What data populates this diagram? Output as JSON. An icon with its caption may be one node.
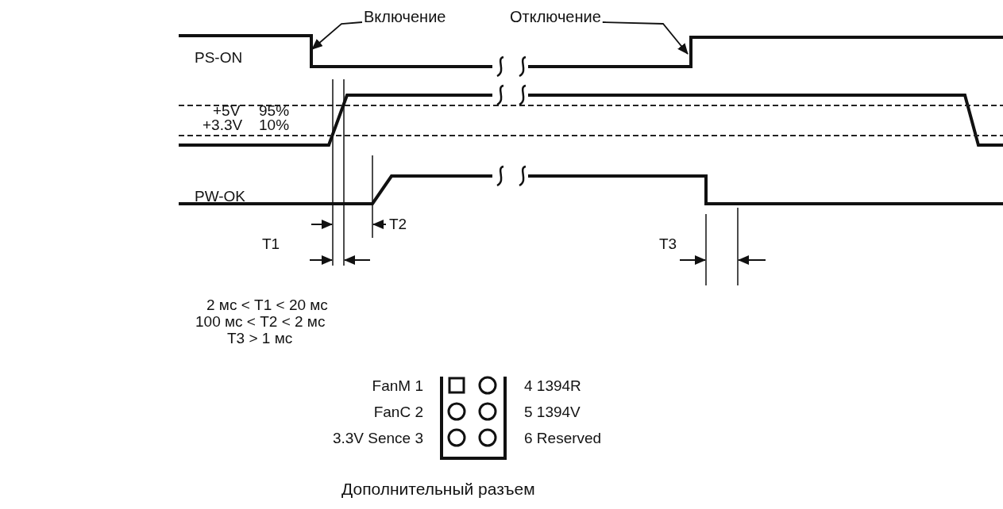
{
  "diagram": {
    "nodes": [
      {
        "text": [
          "Включение"
        ]
      },
      {
        "text": [
          "Отключение"
        ]
      }
    ],
    "edges": [
      {
        "from": 0,
        "to": null,
        "arrow": "to"
      },
      {
        "from": 1,
        "to": null,
        "arrow": "to"
      }
    ],
    "labels": [
      "PS-ON",
      "+5V",
      "+3.3V",
      "95%",
      "10%",
      "PW-OK",
      "T1",
      "T2",
      "T3",
      "2 мс < T1 < 20 мс",
      "100 мс < T2 < 2 мс",
      "T3 > 1 мс",
      "FanM 1",
      "FanC 2",
      "3.3V Sence 3",
      "4 1394R",
      "5 1394V",
      "6 Reserved",
      "Дополнительный разъем"
    ]
  }
}
